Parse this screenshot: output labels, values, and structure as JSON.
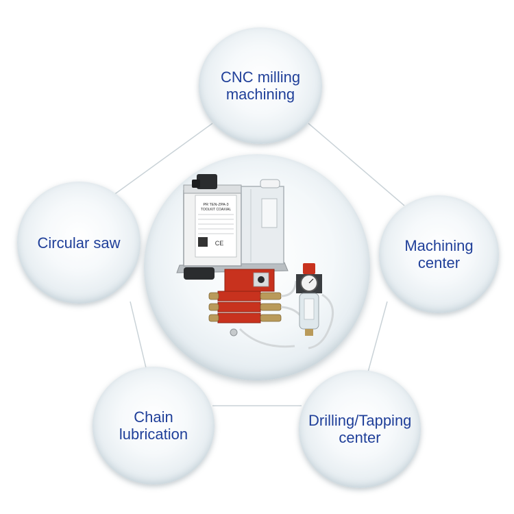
{
  "nodes": [
    {
      "id": "cnc",
      "label_lines": [
        "CNC milling",
        "machining"
      ]
    },
    {
      "id": "circular",
      "label_lines": [
        "Circular saw"
      ]
    },
    {
      "id": "machining",
      "label_lines": [
        "Machining",
        "center"
      ]
    },
    {
      "id": "chain",
      "label_lines": [
        "Chain",
        "lubrication"
      ]
    },
    {
      "id": "drilling",
      "label_lines": [
        "Drilling/Tapping",
        "center"
      ]
    }
  ],
  "product_label": {
    "line1": "PR TEN-ZPA-3",
    "line2": "TOOLKIT COAXIAL",
    "mark": "CE"
  },
  "colors": {
    "label_text": "#1f3f99",
    "connector": "#c9d2d7",
    "pump_red": "#c8321e"
  }
}
